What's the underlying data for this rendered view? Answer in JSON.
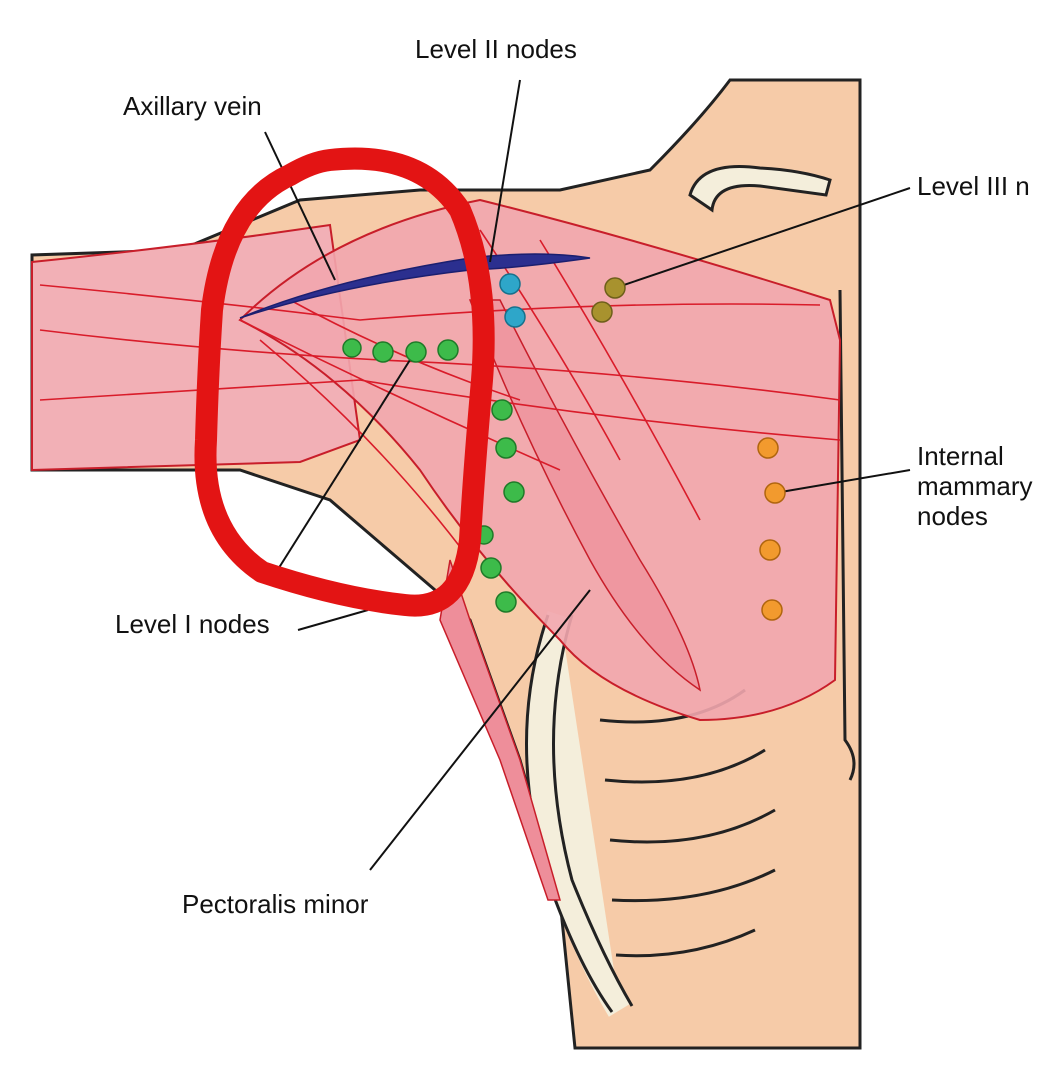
{
  "labels": {
    "level_ii": "Level II nodes",
    "axillary_vein": "Axillary vein",
    "level_iii": "Level III n",
    "internal_mammary": "Internal mammary nodes",
    "level_i": "Level I nodes",
    "pectoralis_minor": "Pectoralis minor"
  },
  "nodes": {
    "level_i": {
      "color": "#3dbb4a",
      "count": 10
    },
    "level_ii": {
      "color": "#2ea6c9",
      "count": 2
    },
    "level_iii": {
      "color": "#a8922e",
      "count": 2
    },
    "internal_mammary": {
      "color": "#f29a2e",
      "count": 4
    }
  },
  "colors": {
    "skin": "#f6cba8",
    "muscle": "#f7b4bc",
    "muscle_lines": "#d91c2a",
    "bone": "#f4eedb",
    "vein": "#2b2f8f",
    "annotation_circle": "#e31414"
  }
}
